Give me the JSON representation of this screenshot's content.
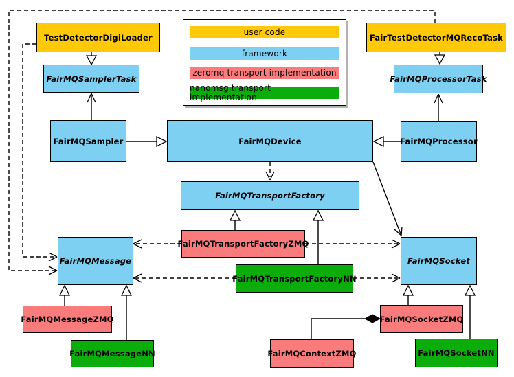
{
  "colors": {
    "user_code": "#FFC907",
    "framework": "#7DD0F1",
    "zeromq": "#F97B7B",
    "nanomsg": "#0BAD0B"
  },
  "legend": {
    "items": [
      {
        "label": "user code",
        "color": "#FFC907",
        "role": "user_code"
      },
      {
        "label": "framework",
        "color": "#7DD0F1",
        "role": "framework"
      },
      {
        "label": "zeromq transport implementation",
        "color": "#F97B7B",
        "role": "zeromq"
      },
      {
        "label": "nanomsg transport implementation",
        "color": "#0BAD0B",
        "role": "nanomsg"
      }
    ]
  },
  "nodes": {
    "digiloader": {
      "label": "TestDetectorDigiLoader",
      "category": "user_code",
      "abstract": false
    },
    "recotask": {
      "label": "FairTestDetectorMQRecoTask",
      "category": "user_code",
      "abstract": false
    },
    "samplertask": {
      "label": "FairMQSamplerTask",
      "category": "framework",
      "abstract": true
    },
    "processortask": {
      "label": "FairMQProcessorTask",
      "category": "framework",
      "abstract": true
    },
    "sampler": {
      "label": "FairMQSampler",
      "category": "framework",
      "abstract": false
    },
    "device": {
      "label": "FairMQDevice",
      "category": "framework",
      "abstract": false
    },
    "processor": {
      "label": "FairMQProcessor",
      "category": "framework",
      "abstract": false
    },
    "transportfactory": {
      "label": "FairMQTransportFactory",
      "category": "framework",
      "abstract": true
    },
    "factoryzmq": {
      "label": "FairMQTransportFactoryZMQ",
      "category": "zeromq",
      "abstract": false
    },
    "factorynn": {
      "label": "FairMQTransportFactoryNN",
      "category": "nanomsg",
      "abstract": false
    },
    "message": {
      "label": "FairMQMessage",
      "category": "framework",
      "abstract": true
    },
    "socket": {
      "label": "FairMQSocket",
      "category": "framework",
      "abstract": true
    },
    "messagezmq": {
      "label": "FairMQMessageZMQ",
      "category": "zeromq",
      "abstract": false
    },
    "messagenn": {
      "label": "FairMQMessageNN",
      "category": "nanomsg",
      "abstract": false
    },
    "socketzmq": {
      "label": "FairMQSocketZMQ",
      "category": "zeromq",
      "abstract": false
    },
    "contextzmq": {
      "label": "FairMQContextZMQ",
      "category": "zeromq",
      "abstract": false
    },
    "socketnn": {
      "label": "FairMQSocketNN",
      "category": "nanomsg",
      "abstract": false
    }
  },
  "edges": [
    {
      "from": "TestDetectorDigiLoader",
      "to": "FairMQSamplerTask",
      "type": "inheritance"
    },
    {
      "from": "FairTestDetectorMQRecoTask",
      "to": "FairMQProcessorTask",
      "type": "inheritance"
    },
    {
      "from": "FairMQSampler",
      "to": "FairMQSamplerTask",
      "type": "association"
    },
    {
      "from": "FairMQProcessor",
      "to": "FairMQProcessorTask",
      "type": "association"
    },
    {
      "from": "FairMQSampler",
      "to": "FairMQDevice",
      "type": "inheritance"
    },
    {
      "from": "FairMQProcessor",
      "to": "FairMQDevice",
      "type": "inheritance"
    },
    {
      "from": "FairMQDevice",
      "to": "FairMQTransportFactory",
      "type": "dependency"
    },
    {
      "from": "FairMQDevice",
      "to": "FairMQSocket",
      "type": "association"
    },
    {
      "from": "FairMQTransportFactoryZMQ",
      "to": "FairMQTransportFactory",
      "type": "inheritance"
    },
    {
      "from": "FairMQTransportFactoryNN",
      "to": "FairMQTransportFactory",
      "type": "inheritance"
    },
    {
      "from": "TestDetectorDigiLoader",
      "to": "FairMQMessage",
      "type": "dependency"
    },
    {
      "from": "FairTestDetectorMQRecoTask",
      "to": "FairMQMessage",
      "type": "dependency"
    },
    {
      "from": "FairMQTransportFactoryZMQ",
      "to": "FairMQMessage",
      "type": "dependency"
    },
    {
      "from": "FairMQTransportFactoryZMQ",
      "to": "FairMQSocket",
      "type": "dependency"
    },
    {
      "from": "FairMQTransportFactoryNN",
      "to": "FairMQMessage",
      "type": "dependency"
    },
    {
      "from": "FairMQTransportFactoryNN",
      "to": "FairMQSocket",
      "type": "dependency"
    },
    {
      "from": "FairMQMessageZMQ",
      "to": "FairMQMessage",
      "type": "inheritance"
    },
    {
      "from": "FairMQMessageNN",
      "to": "FairMQMessage",
      "type": "inheritance"
    },
    {
      "from": "FairMQSocketZMQ",
      "to": "FairMQSocket",
      "type": "inheritance"
    },
    {
      "from": "FairMQSocketNN",
      "to": "FairMQSocket",
      "type": "inheritance"
    },
    {
      "from": "FairMQSocketZMQ",
      "to": "FairMQContextZMQ",
      "type": "composition"
    }
  ]
}
